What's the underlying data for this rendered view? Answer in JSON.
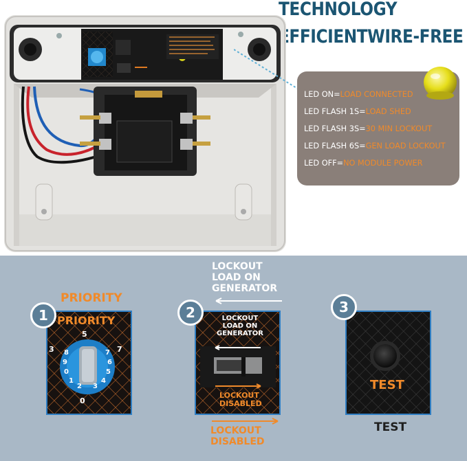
{
  "headline": {
    "line1": "TECHNOLOGY",
    "line2": "EFFICIENTWIRE-FREE"
  },
  "led_legend": {
    "rows": [
      {
        "key": "LED ON=",
        "value": "LOAD CONNECTED"
      },
      {
        "key": "LED FLASH 1S=",
        "value": "LOAD SHED"
      },
      {
        "key": "LED FLASH 3S=",
        "value": "30 MIN LOCKOUT"
      },
      {
        "key": "LED FLASH 6S=",
        "value": "GEN LOAD LOCKOUT"
      },
      {
        "key": "LED OFF=",
        "value": "NO MODULE POWER"
      }
    ],
    "bulb_color": "#e9e21c"
  },
  "steps": [
    {
      "number": "1",
      "caption": "PRIORITY",
      "panel_title": "PRIORITY",
      "dial_numbers": [
        "5",
        "3",
        "7",
        "0"
      ],
      "dial_digits": [
        "8",
        "9",
        "0",
        "1",
        "2",
        "3",
        "4",
        "5",
        "6",
        "7"
      ]
    },
    {
      "number": "2",
      "caption_top": [
        "LOCKOUT",
        "LOAD ON",
        "GENERATOR"
      ],
      "panel_top": [
        "LOCKOUT",
        "LOAD ON",
        "GENERATOR"
      ],
      "panel_bottom": [
        "LOCKOUT",
        "DISABLED"
      ],
      "caption_bottom": [
        "LOCKOUT",
        "DISABLED"
      ]
    },
    {
      "number": "3",
      "panel_label": "TEST",
      "caption": "TEST"
    }
  ],
  "colors": {
    "headline": "#1b5572",
    "accent_orange": "#f08a2a",
    "band": "#a9b8c6",
    "panel_border": "#2f7ec3",
    "badge": "#5b7e97"
  }
}
